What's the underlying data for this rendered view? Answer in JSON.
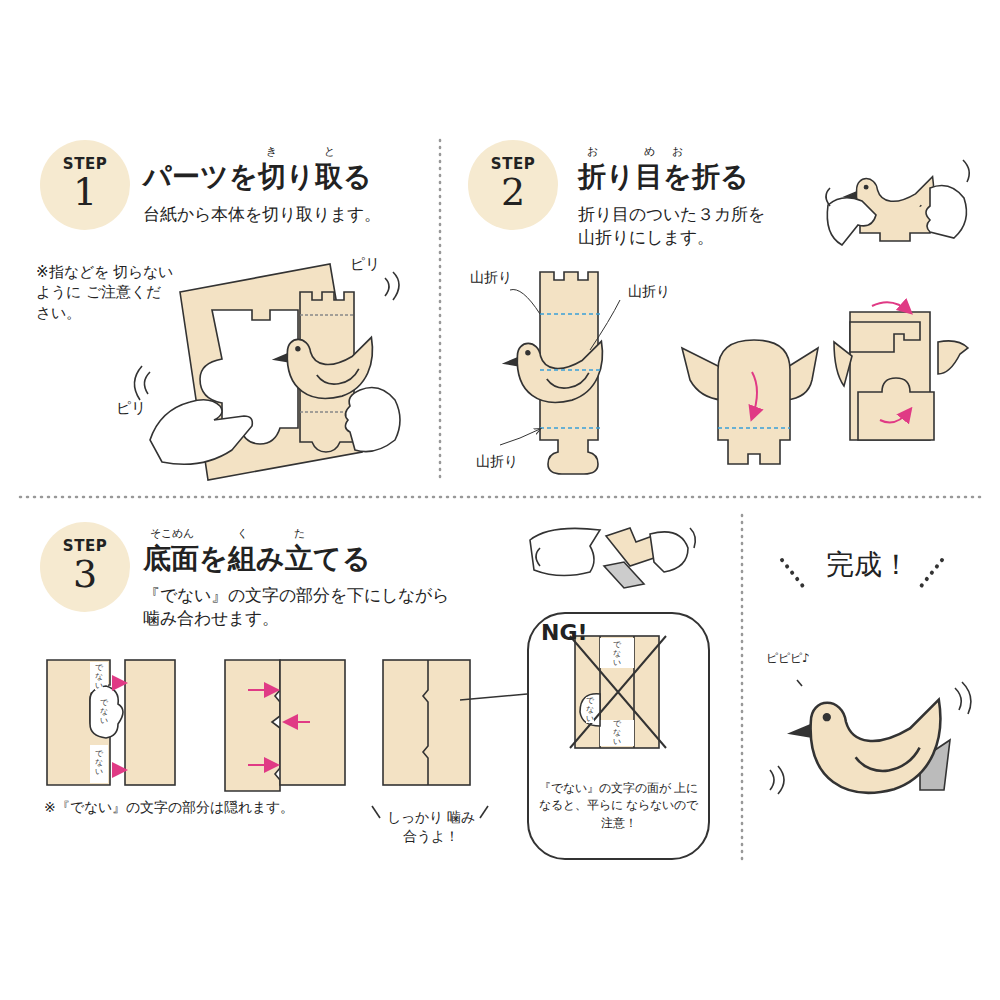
{
  "diagram": {
    "nodes": [
      {
        "text": [
          "STEP",
          "1"
        ]
      },
      {
        "text": [
          "STEP",
          "2"
        ]
      },
      {
        "text": [
          "STEP",
          "3"
        ]
      },
      {
        "text": [
          "NG!",
          "『でない』の文字の面が 上になると、平らに ならないので注意！"
        ]
      }
    ],
    "labels": [
      "き",
      "と",
      "パーツを切り取る",
      "台紙から本体を切り取ります。",
      "※指などを 切らないように ご注意ください。",
      "ピリ",
      "ピリ",
      "お",
      "め",
      "お",
      "折り目を折る",
      "折り目のついた３カ所を 山折りにします。",
      "山折り",
      "山折り",
      "山折り",
      "そこめん",
      "く",
      "た",
      "底面を組み立てる",
      "『でない』の文字の部分を下にしながら 噛み合わせます。",
      "でない",
      "でない",
      "でない",
      "※『でない』の文字の部分は隠れます。",
      "しっかり 噛み合うよ！",
      "でない",
      "でない",
      "でない",
      "完成！",
      "ピピピ♪"
    ]
  }
}
